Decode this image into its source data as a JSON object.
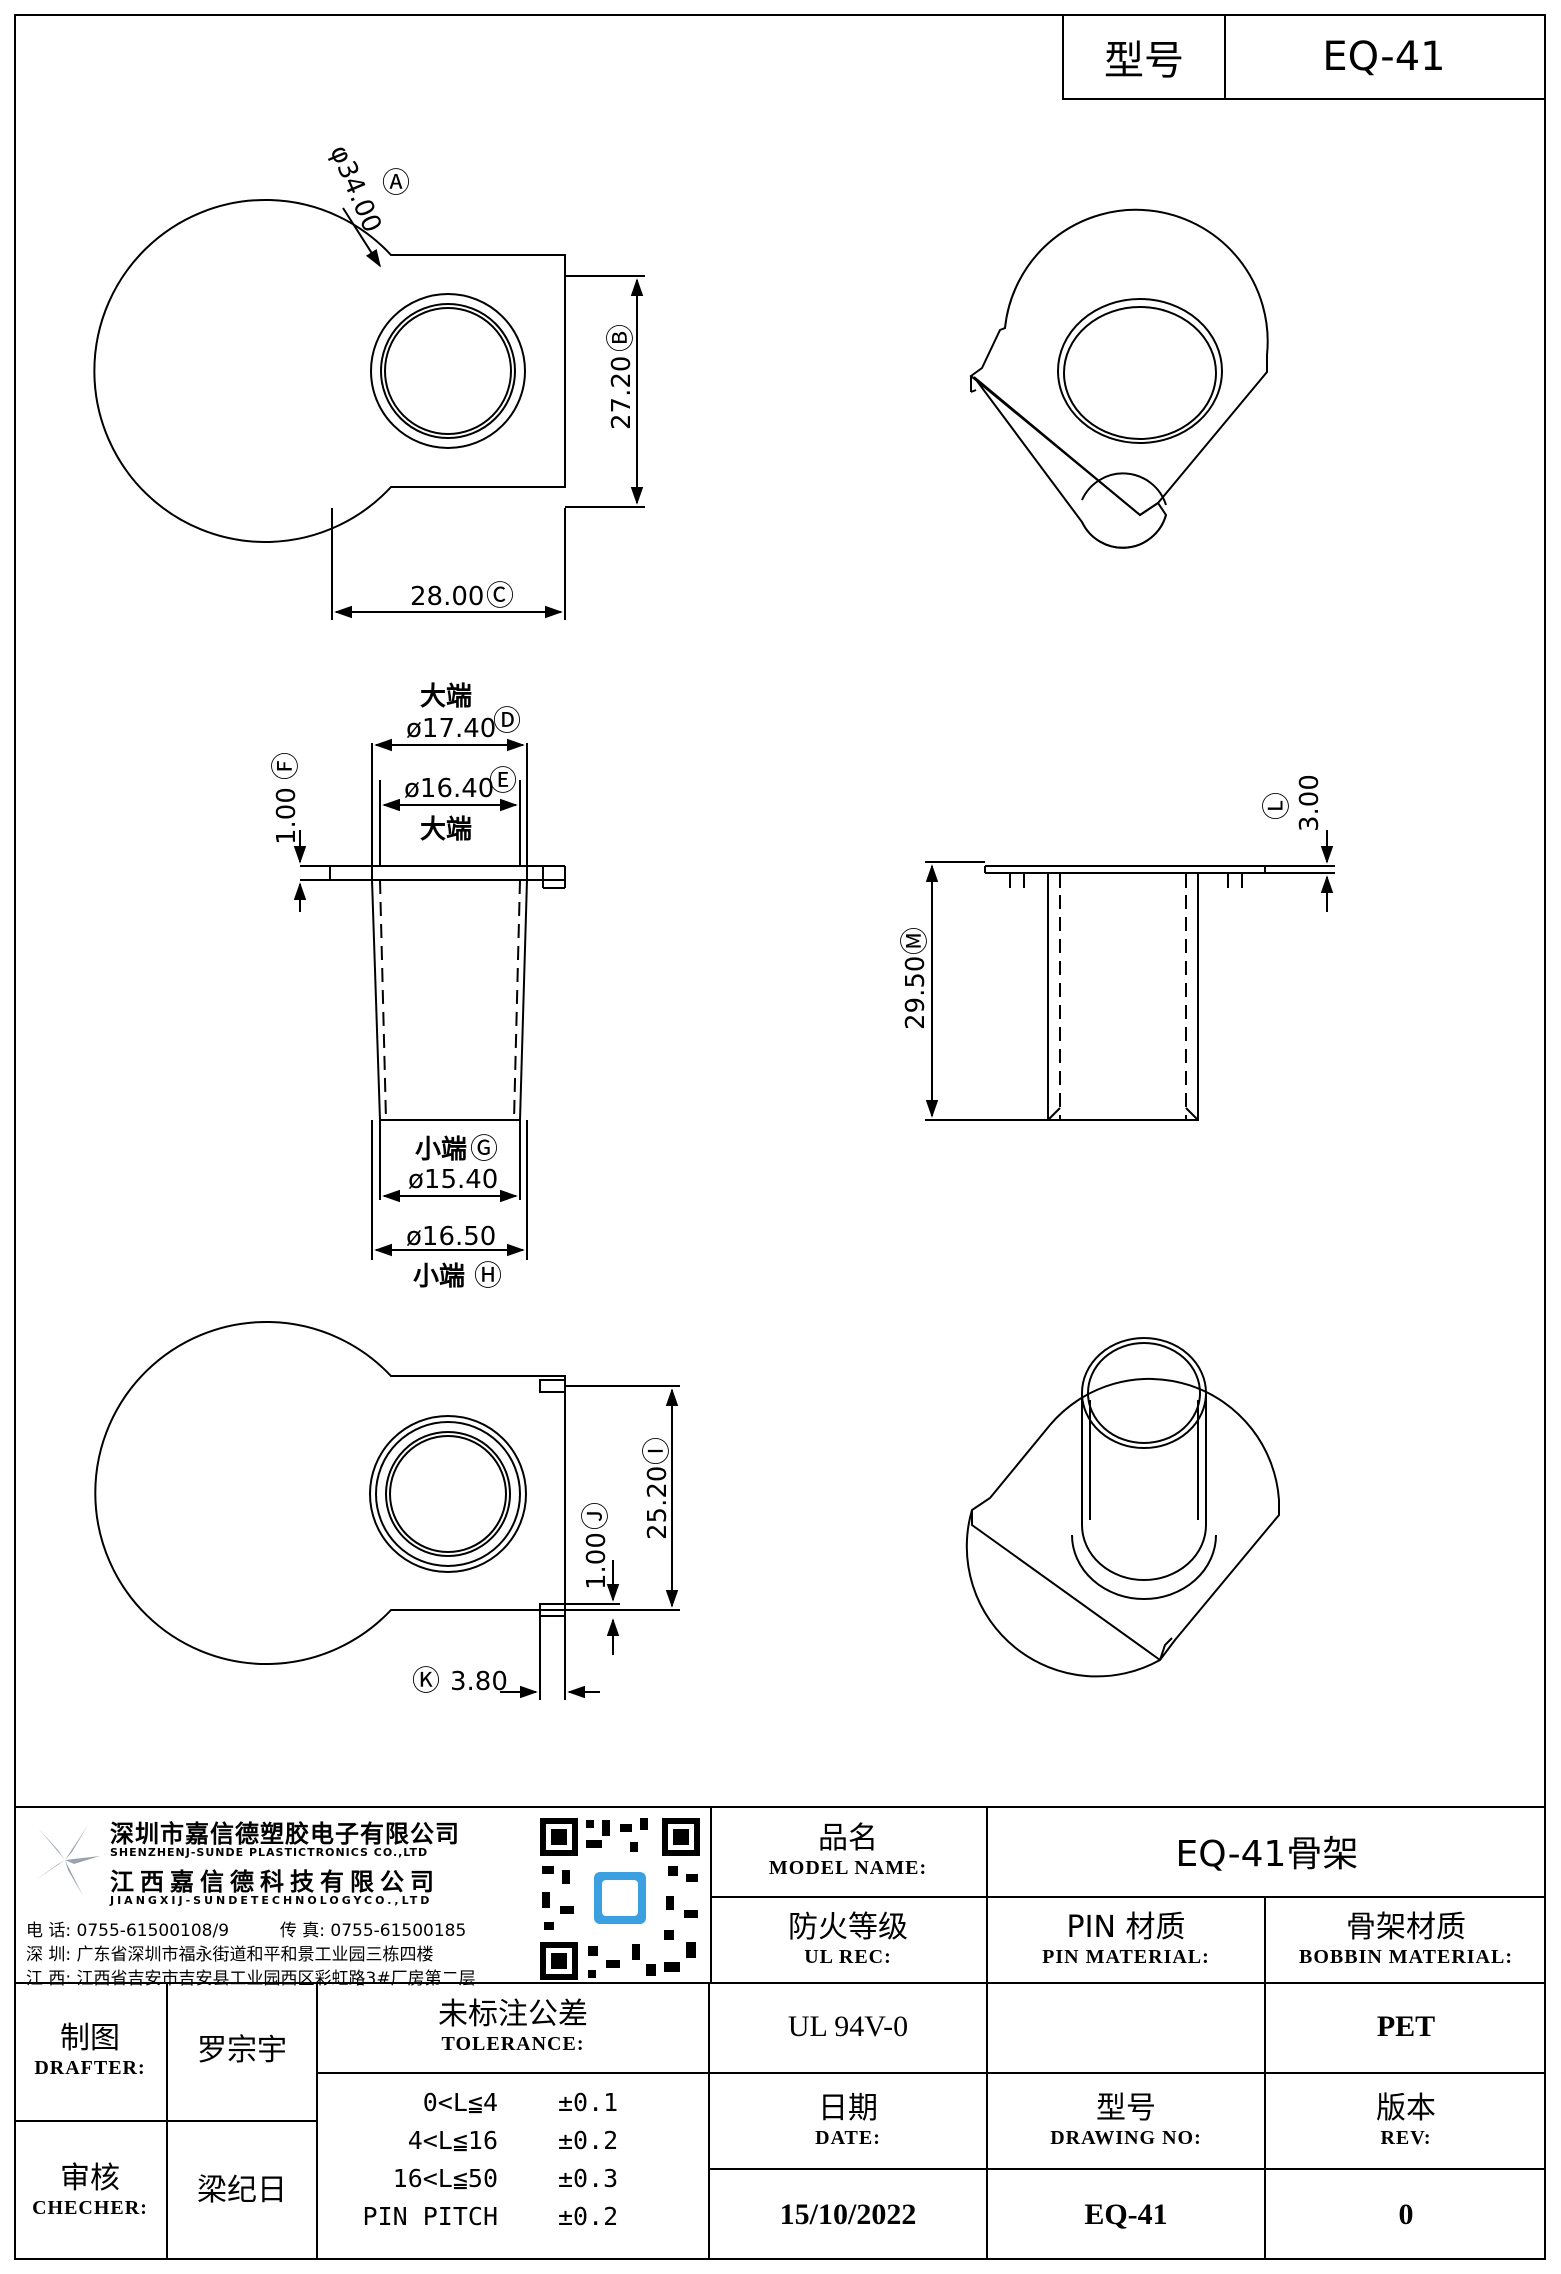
{
  "header": {
    "model_label": "型号",
    "model_value": "EQ-41"
  },
  "drawing": {
    "labels": {
      "A": "Ⓐ",
      "B": "Ⓑ",
      "C": "Ⓒ",
      "D": "Ⓓ",
      "E": "Ⓔ",
      "F": "Ⓕ",
      "G": "Ⓖ",
      "H": "Ⓗ",
      "I": "Ⓘ",
      "J": "Ⓙ",
      "K": "Ⓚ",
      "L": "Ⓛ",
      "M": "Ⓜ"
    },
    "dimensions": {
      "A": "φ34.00",
      "B": "27.20",
      "C": "28.00",
      "D": "ø17.40",
      "E": "ø16.40",
      "F": "1.00",
      "G": "ø15.40",
      "H": "ø16.50",
      "I": "25.20",
      "J": "1.00",
      "K": "3.80",
      "L": "3.00",
      "M": "29.50"
    },
    "notes": {
      "big_end_1": "大端",
      "big_end_2": "大端",
      "small_end_1": "小端",
      "small_end_2": "小端"
    }
  },
  "company": {
    "name_sz": "深圳市嘉信德塑胶电子有限公司",
    "name_sz_en": "SHENZHENJ-SUNDE PLASTICTRONICS CO.,LTD",
    "name_jx": "江西嘉信德科技有限公司",
    "name_jx_en": "JIANGXIJ-SUNDETECHNOLOGYCO.,LTD",
    "phone_label": "电 话:",
    "phone": "0755-61500108/9",
    "fax_label": "传 真:",
    "fax": "0755-61500185",
    "addr_sz_label": "深 圳:",
    "addr_sz": "广东省深圳市福永街道和平和景工业园三栋四楼",
    "addr_jx_label": "江 西:",
    "addr_jx": "江西省吉安市吉安县工业园西区彩虹路3#厂房第二层"
  },
  "title_block": {
    "model_name_zh": "品名",
    "model_name_en": "MODEL NAME:",
    "model_name_value": "EQ-41骨架",
    "ul_zh": "防火等级",
    "ul_en": "UL REC:",
    "ul_value": "UL 94V-0",
    "pin_zh": "PIN 材质",
    "pin_en": "PIN MATERIAL:",
    "pin_value": "",
    "bobbin_zh": "骨架材质",
    "bobbin_en": "BOBBIN MATERIAL:",
    "bobbin_value": "PET",
    "drafter_zh": "制图",
    "drafter_en": "DRAFTER:",
    "drafter_value": "罗宗宇",
    "checker_zh": "审核",
    "checker_en": "CHECHER:",
    "checker_value": "梁纪日",
    "tolerance_zh": "未标注公差",
    "tolerance_en": "TOLERANCE:",
    "tolerances": [
      {
        "range": "0<L≦4",
        "value": "±0.1"
      },
      {
        "range": "4<L≦16",
        "value": "±0.2"
      },
      {
        "range": "16<L≦50",
        "value": "±0.3"
      },
      {
        "range": "PIN PITCH",
        "value": "±0.2"
      }
    ],
    "date_zh": "日期",
    "date_en": "DATE:",
    "date_value": "15/10/2022",
    "drawing_no_zh": "型号",
    "drawing_no_en": "DRAWING NO:",
    "drawing_no_value": "EQ-41",
    "rev_zh": "版本",
    "rev_en": "REV:",
    "rev_value": "0"
  }
}
